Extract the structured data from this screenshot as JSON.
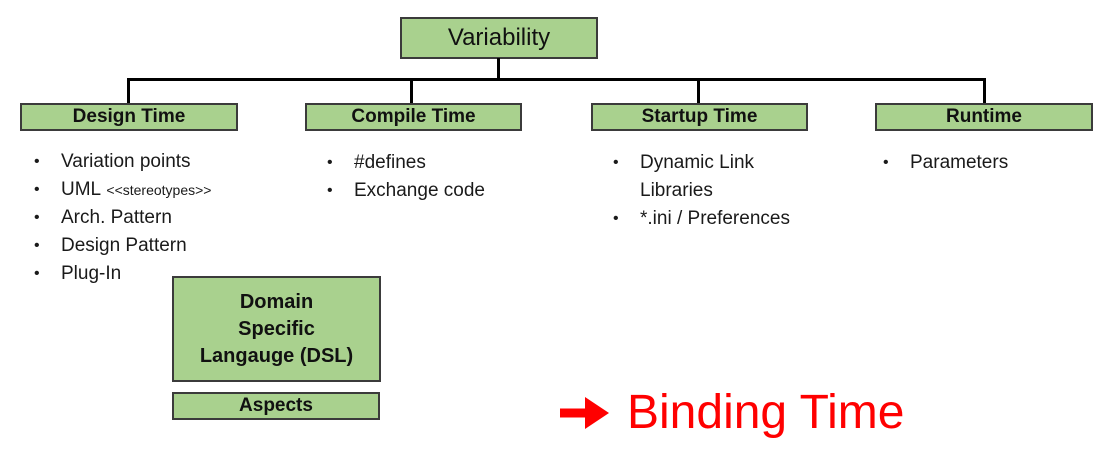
{
  "colors": {
    "box_fill": "#a9d18e",
    "box_border": "#3b3b3b",
    "connector": "#000000",
    "text": "#1a1a1a",
    "annotation_red": "#ff0000"
  },
  "root": {
    "label": "Variability"
  },
  "branches": [
    {
      "title": "Design Time",
      "items": [
        {
          "text": "Variation points"
        },
        {
          "text": "UML",
          "small": "<<stereotypes>>"
        },
        {
          "text": "Arch. Pattern"
        },
        {
          "text": "Design Pattern"
        },
        {
          "text": "Plug-In"
        }
      ]
    },
    {
      "title": "Compile Time",
      "items": [
        {
          "text": "#defines"
        },
        {
          "text": "Exchange code"
        }
      ]
    },
    {
      "title": "Startup Time",
      "items": [
        {
          "text": "Dynamic Link Libraries"
        },
        {
          "text": "*.ini / Preferences"
        }
      ]
    },
    {
      "title": "Runtime",
      "items": [
        {
          "text": "Parameters"
        }
      ]
    }
  ],
  "callouts": {
    "dsl": {
      "line1": "Domain",
      "line2": "Specific",
      "line3": "Langauge (DSL)"
    },
    "aspects": {
      "label": "Aspects"
    }
  },
  "annotation": {
    "label": "Binding Time"
  }
}
